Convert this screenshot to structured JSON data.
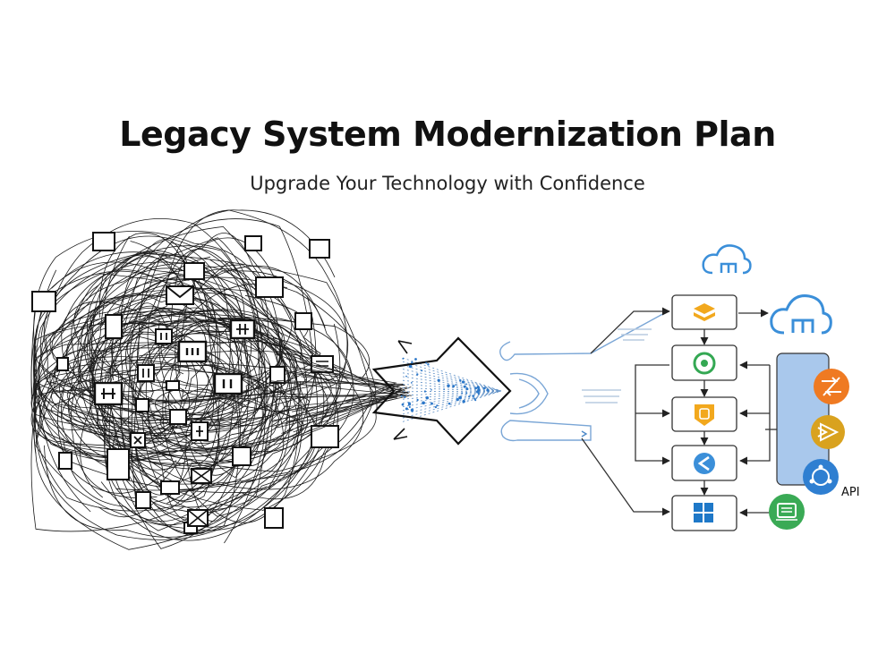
{
  "header": {
    "title": "Legacy System Modernization Plan",
    "subtitle": "Upgrade Your Technology with Confidence"
  },
  "modern": {
    "api_label": "API",
    "colors": {
      "cloud": "#3b8fd9",
      "layers": "#f2a81d",
      "refresh": "#34a853",
      "database": "#f2a81d",
      "share": "#3b8fd9",
      "grid": "#1e78c8",
      "orange_service": "#ef7a22",
      "gold_service": "#d9a21f",
      "blue_service": "#2f7fd1",
      "green_service": "#3aaa55",
      "api_panel": "#a9c8ec"
    }
  },
  "legacy": {
    "icons": [
      "mail-icon",
      "control-panel-icon",
      "document-icon"
    ]
  }
}
